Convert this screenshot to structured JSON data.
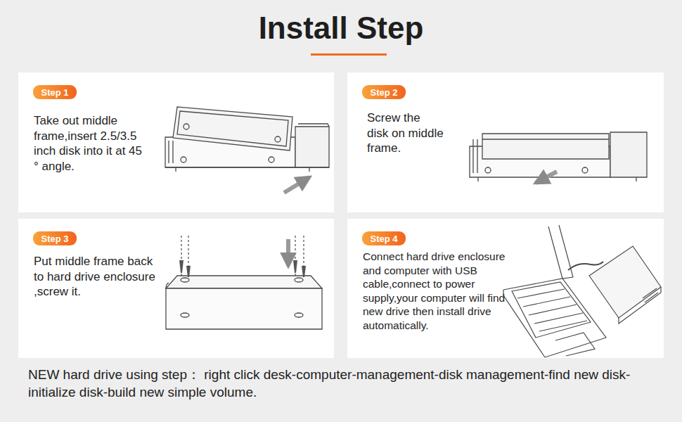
{
  "diagram": {
    "title": "Install Step",
    "nodes": [
      {
        "text": [
          "Take out middle frame,insert 2.5/3.5 inch disk into it at 45 ° angle."
        ]
      },
      {
        "text": [
          "Step 1"
        ],
        "in": 0
      },
      {
        "text": [
          "Screw the disk on middle frame."
        ]
      },
      {
        "text": [
          "Step 2"
        ],
        "in": 2
      },
      {
        "text": [
          "Put middle frame back to hard drive enclosure ,screw it."
        ]
      },
      {
        "text": [
          "Step 3"
        ],
        "in": 4
      },
      {
        "text": [
          "Connect hard drive enclosure and computer with USB cable,connect to power supply,your computer will find new drive then install drive automatically."
        ]
      },
      {
        "text": [
          "Step 4"
        ],
        "in": 6
      }
    ],
    "edges": [],
    "labels": [
      "NEW hard drive using step： right click desk-computer-management-disk management-find new disk-initialize disk-build new simple volume."
    ]
  }
}
